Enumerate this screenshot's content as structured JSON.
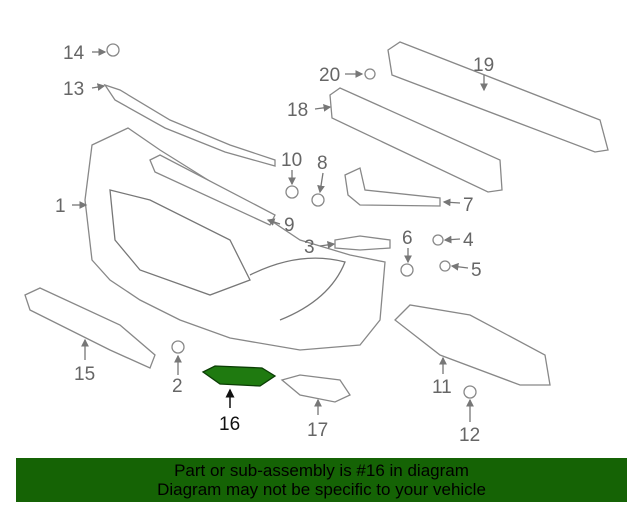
{
  "diagram": {
    "labels": [
      "1",
      "2",
      "3",
      "4",
      "5",
      "6",
      "7",
      "8",
      "9",
      "10",
      "11",
      "12",
      "13",
      "14",
      "15",
      "16",
      "17",
      "18",
      "19",
      "20"
    ],
    "highlighted_part": "16",
    "highlight_color": "#1f7a10"
  },
  "banner": {
    "line1": "Part or sub-assembly is #16 in diagram",
    "line2": "Diagram may not be specific to your vehicle",
    "color": "#156305"
  }
}
